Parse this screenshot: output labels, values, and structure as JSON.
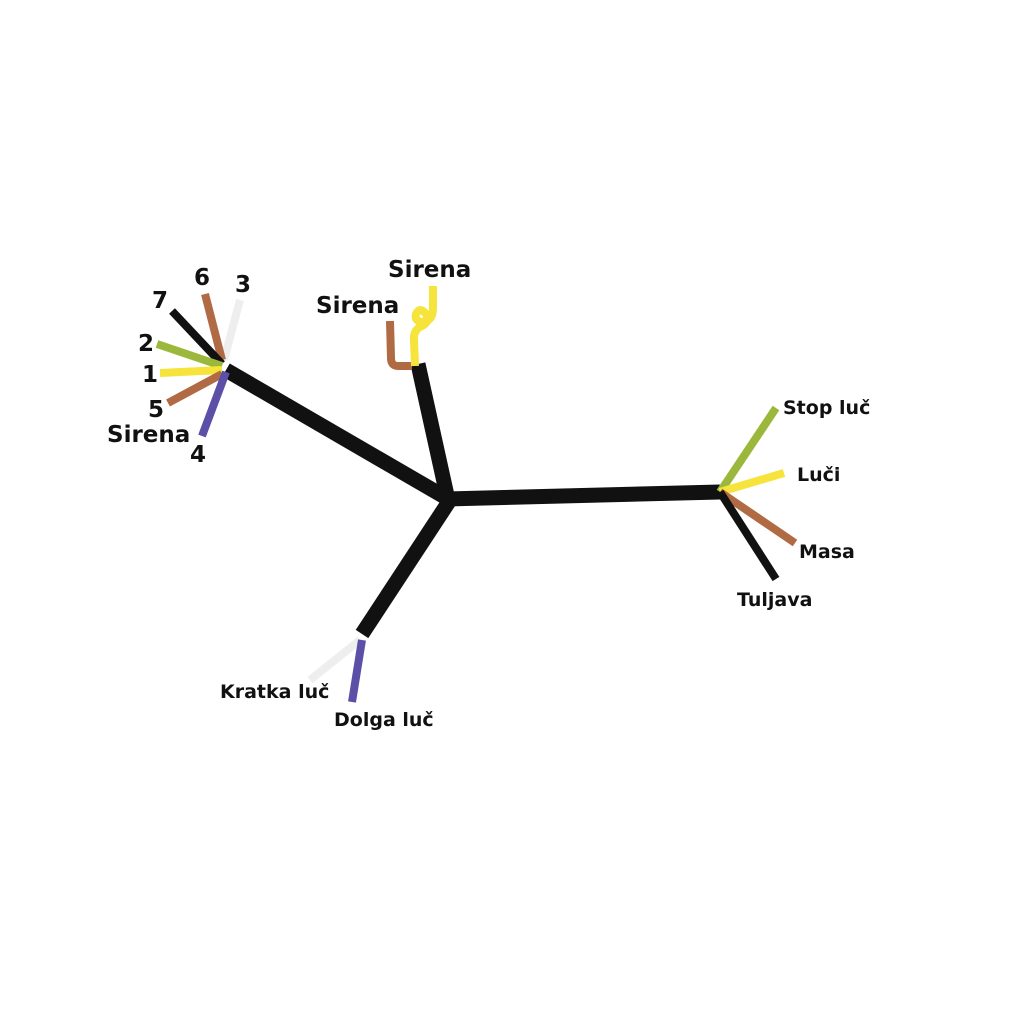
{
  "colors": {
    "black": "#111111",
    "brown": "#b06a44",
    "yellow": "#f6e33c",
    "green": "#9bb83c",
    "blue": "#5b4fa8",
    "white": "#eeeeee"
  },
  "left_connector": {
    "labels": {
      "w7": "7",
      "w6": "6",
      "w3": "3",
      "w2": "2",
      "w1": "1",
      "w5": "5",
      "sirena": "Sirena",
      "w4": "4"
    }
  },
  "top_connector": {
    "label_yellow": "Sirena",
    "label_brown": "Sirena"
  },
  "right_connector": {
    "green": "Stop luč",
    "yellow": "Luči",
    "brown": "Masa",
    "black": "Tuljava"
  },
  "bottom_connector": {
    "white": "Kratka luč",
    "blue": "Dolga luč"
  }
}
